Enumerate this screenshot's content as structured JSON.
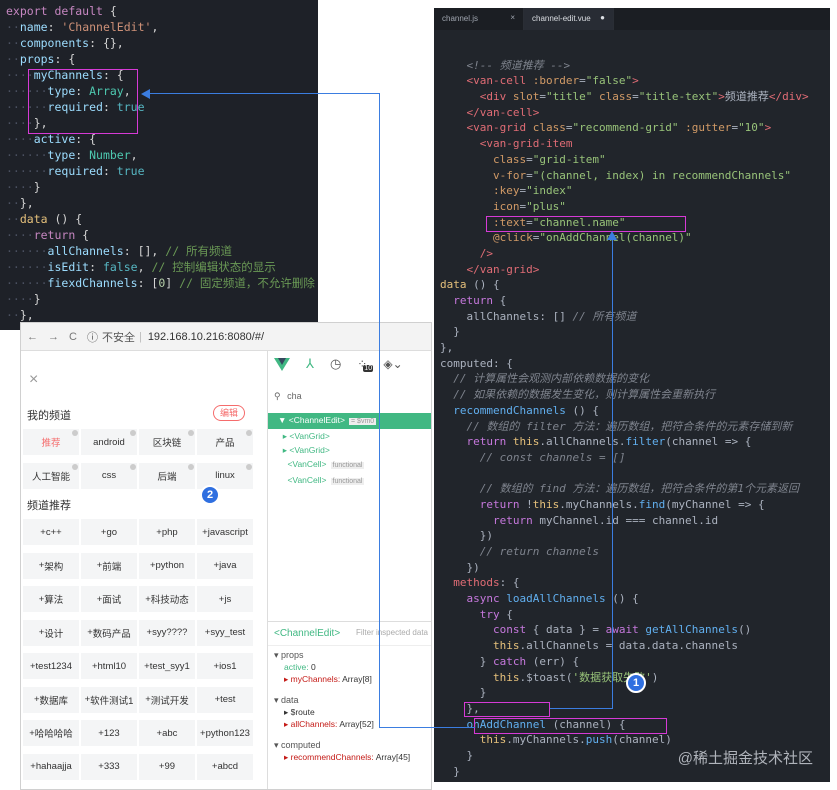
{
  "left_code": [
    [
      [
        "kw",
        "export"
      ],
      [
        "",
        " "
      ],
      [
        "kw",
        "default"
      ],
      [
        "",
        " {"
      ]
    ],
    [
      [
        "dot",
        "··"
      ],
      [
        "pr",
        "name"
      ],
      [
        "",
        ": "
      ],
      [
        "st",
        "'ChannelEdit'"
      ],
      [
        "",
        ","
      ]
    ],
    [
      [
        "dot",
        "··"
      ],
      [
        "pr",
        "components"
      ],
      [
        "",
        ": {},"
      ]
    ],
    [
      [
        "dot",
        "··"
      ],
      [
        "pr",
        "props"
      ],
      [
        "",
        ": {"
      ]
    ],
    [
      [
        "dot",
        "····"
      ],
      [
        "pr",
        "myChannels"
      ],
      [
        "",
        ": {"
      ]
    ],
    [
      [
        "dot",
        "······"
      ],
      [
        "pr",
        "type"
      ],
      [
        "",
        ": "
      ],
      [
        "ty",
        "Array"
      ],
      [
        "",
        ","
      ]
    ],
    [
      [
        "dot",
        "······"
      ],
      [
        "pr",
        "required"
      ],
      [
        "",
        ": "
      ],
      [
        "bl",
        "true"
      ]
    ],
    [
      [
        "dot",
        "····"
      ],
      [
        "",
        "},"
      ]
    ],
    [
      [
        "dot",
        "····"
      ],
      [
        "pr",
        "active"
      ],
      [
        "",
        ": {"
      ]
    ],
    [
      [
        "dot",
        "······"
      ],
      [
        "pr",
        "type"
      ],
      [
        "",
        ": "
      ],
      [
        "ty",
        "Number"
      ],
      [
        "",
        ","
      ]
    ],
    [
      [
        "dot",
        "······"
      ],
      [
        "pr",
        "required"
      ],
      [
        "",
        ": "
      ],
      [
        "bl",
        "true"
      ]
    ],
    [
      [
        "dot",
        "····"
      ],
      [
        "",
        "}"
      ]
    ],
    [
      [
        "dot",
        "··"
      ],
      [
        "",
        "},"
      ]
    ],
    [
      [
        "dot",
        "··"
      ],
      [
        "yl",
        "data"
      ],
      [
        "",
        " () {"
      ]
    ],
    [
      [
        "dot",
        "····"
      ],
      [
        "kw",
        "return"
      ],
      [
        "",
        " {"
      ]
    ],
    [
      [
        "dot",
        "······"
      ],
      [
        "pr",
        "allChannels"
      ],
      [
        "",
        ": [], "
      ],
      [
        "cm",
        "// 所有频道"
      ]
    ],
    [
      [
        "dot",
        "······"
      ],
      [
        "pr",
        "isEdit"
      ],
      [
        "",
        ": "
      ],
      [
        "bl",
        "false"
      ],
      [
        "",
        ", "
      ],
      [
        "cm",
        "// 控制编辑状态的显示"
      ]
    ],
    [
      [
        "dot",
        "······"
      ],
      [
        "pr",
        "fiexdChannels"
      ],
      [
        "",
        ": ["
      ],
      [
        "nu",
        "0"
      ],
      [
        "",
        "] "
      ],
      [
        "cm",
        "// 固定频道，不允许删除"
      ]
    ],
    [
      [
        "dot",
        "····"
      ],
      [
        "",
        "}"
      ]
    ],
    [
      [
        "dot",
        "··"
      ],
      [
        "",
        "},"
      ]
    ]
  ],
  "right_tabs": [
    {
      "label": "channel.js",
      "close": "×"
    },
    {
      "label": "channel-edit.vue",
      "close": "●"
    }
  ],
  "right_code": [
    [
      [
        "",
        ""
      ]
    ],
    [
      [
        "",
        "    "
      ],
      [
        "cmt",
        "<!-- 频道推荐 -->"
      ]
    ],
    [
      [
        "",
        "    "
      ],
      [
        "tg",
        "<van-cell"
      ],
      [
        "at",
        " :border"
      ],
      [
        "",
        "="
      ],
      [
        "sv",
        "\"false\""
      ],
      [
        "tg",
        ">"
      ]
    ],
    [
      [
        "",
        "      "
      ],
      [
        "tg",
        "<div"
      ],
      [
        "at",
        " slot"
      ],
      [
        "",
        "="
      ],
      [
        "sv",
        "\"title\""
      ],
      [
        "at",
        " class"
      ],
      [
        "",
        "="
      ],
      [
        "sv",
        "\"title-text\""
      ],
      [
        "tg",
        ">"
      ],
      [
        "",
        "频道推荐"
      ],
      [
        "tg",
        "</div>"
      ]
    ],
    [
      [
        "",
        "    "
      ],
      [
        "tg",
        "</van-cell>"
      ]
    ],
    [
      [
        "",
        "    "
      ],
      [
        "tg",
        "<van-grid"
      ],
      [
        "at",
        " class"
      ],
      [
        "",
        "="
      ],
      [
        "sv",
        "\"recommend-grid\""
      ],
      [
        "at",
        " :gutter"
      ],
      [
        "",
        "="
      ],
      [
        "sv",
        "\"10\""
      ],
      [
        "tg",
        ">"
      ]
    ],
    [
      [
        "",
        "      "
      ],
      [
        "tg",
        "<van-grid-item"
      ]
    ],
    [
      [
        "",
        "        "
      ],
      [
        "at",
        "class"
      ],
      [
        "",
        "="
      ],
      [
        "sv",
        "\"grid-item\""
      ]
    ],
    [
      [
        "",
        "        "
      ],
      [
        "at",
        "v-for"
      ],
      [
        "",
        "="
      ],
      [
        "sv",
        "\"(channel, index) in recommendChannels\""
      ]
    ],
    [
      [
        "",
        "        "
      ],
      [
        "at",
        ":key"
      ],
      [
        "",
        "="
      ],
      [
        "sv",
        "\"index\""
      ]
    ],
    [
      [
        "",
        "        "
      ],
      [
        "at",
        "icon"
      ],
      [
        "",
        "="
      ],
      [
        "sv",
        "\"plus\""
      ]
    ],
    [
      [
        "",
        "        "
      ],
      [
        "at",
        ":text"
      ],
      [
        "",
        "="
      ],
      [
        "sv",
        "\"channel.name\""
      ]
    ],
    [
      [
        "",
        "        "
      ],
      [
        "at",
        "@click"
      ],
      [
        "",
        "="
      ],
      [
        "sv",
        "\"onAddChannel(channel)\""
      ]
    ],
    [
      [
        "",
        "      "
      ],
      [
        "tg",
        "/>"
      ]
    ],
    [
      [
        "",
        "    "
      ],
      [
        "tg",
        "</van-grid>"
      ]
    ],
    [
      [
        "th",
        "data"
      ],
      [
        "",
        " () {"
      ]
    ],
    [
      [
        "",
        "  "
      ],
      [
        "key",
        "return"
      ],
      [
        "",
        " {"
      ]
    ],
    [
      [
        "",
        "    allChannels: [] "
      ],
      [
        "cmt",
        "// 所有频道"
      ]
    ],
    [
      [
        "",
        "  }"
      ]
    ],
    [
      [
        "",
        "},"
      ]
    ],
    [
      [
        "",
        "computed: {"
      ]
    ],
    [
      [
        "",
        "  "
      ],
      [
        "cmt",
        "// 计算属性会观测内部依赖数据的变化"
      ]
    ],
    [
      [
        "",
        "  "
      ],
      [
        "cmt",
        "// 如果依赖的数据发生变化，则计算属性会重新执行"
      ]
    ],
    [
      [
        "",
        "  "
      ],
      [
        "fn",
        "recommendChannels"
      ],
      [
        "",
        " () {"
      ]
    ],
    [
      [
        "",
        "    "
      ],
      [
        "cmt",
        "// 数组的 filter 方法：遍历数组，把符合条件的元素存储到新"
      ]
    ],
    [
      [
        "",
        "    "
      ],
      [
        "key",
        "return"
      ],
      [
        "",
        " "
      ],
      [
        "th",
        "this"
      ],
      [
        "",
        ".allChannels."
      ],
      [
        "fn",
        "filter"
      ],
      [
        "",
        "(channel => {"
      ]
    ],
    [
      [
        "",
        "      "
      ],
      [
        "cmt",
        "// const channels = []"
      ]
    ],
    [
      [
        "",
        ""
      ]
    ],
    [
      [
        "",
        "      "
      ],
      [
        "cmt",
        "// 数组的 find 方法：遍历数组，把符合条件的第1个元素返回"
      ]
    ],
    [
      [
        "",
        "      "
      ],
      [
        "key",
        "return"
      ],
      [
        "",
        " !"
      ],
      [
        "th",
        "this"
      ],
      [
        "",
        ".myChannels."
      ],
      [
        "fn",
        "find"
      ],
      [
        "",
        "(myChannel => {"
      ]
    ],
    [
      [
        "",
        "        "
      ],
      [
        "key",
        "return"
      ],
      [
        "",
        " myChannel.id === channel.id"
      ]
    ],
    [
      [
        "",
        "      })"
      ]
    ],
    [
      [
        "",
        "      "
      ],
      [
        "cmt",
        "// return channels"
      ]
    ],
    [
      [
        "",
        "    })"
      ]
    ],
    [
      [
        "",
        "  "
      ],
      [
        "tg",
        "methods"
      ],
      [
        "",
        ": {"
      ]
    ],
    [
      [
        "",
        "    "
      ],
      [
        "key",
        "async"
      ],
      [
        "",
        " "
      ],
      [
        "fn",
        "loadAllChannels"
      ],
      [
        "",
        " () {"
      ]
    ],
    [
      [
        "",
        "      "
      ],
      [
        "key",
        "try"
      ],
      [
        "",
        " {"
      ]
    ],
    [
      [
        "",
        "        "
      ],
      [
        "key",
        "const"
      ],
      [
        "",
        " { data } = "
      ],
      [
        "key",
        "await"
      ],
      [
        "",
        " "
      ],
      [
        "fn",
        "getAllChannels"
      ],
      [
        "",
        "()"
      ]
    ],
    [
      [
        "",
        "        "
      ],
      [
        "th",
        "this"
      ],
      [
        "",
        ".allChannels = data.data.channels"
      ]
    ],
    [
      [
        "",
        "      } "
      ],
      [
        "key",
        "catch"
      ],
      [
        "",
        " (err) {"
      ]
    ],
    [
      [
        "",
        "        "
      ],
      [
        "th",
        "this"
      ],
      [
        "",
        ".$toast("
      ],
      [
        "sv",
        "'数据获取失败'"
      ],
      [
        "",
        ")"
      ]
    ],
    [
      [
        "",
        "      }"
      ]
    ],
    [
      [
        "",
        "    },"
      ]
    ],
    [
      [
        "",
        "    "
      ],
      [
        "fn",
        "onAddChannel"
      ],
      [
        "",
        " (channel) {"
      ]
    ],
    [
      [
        "",
        "      "
      ],
      [
        "th",
        "this"
      ],
      [
        "",
        ".myChannels."
      ],
      [
        "fn",
        "push"
      ],
      [
        "",
        "(channel)"
      ]
    ],
    [
      [
        "",
        "    }"
      ]
    ],
    [
      [
        "",
        "  }"
      ]
    ]
  ],
  "browser": {
    "security": "不安全",
    "url": "192.168.10.216:8080/#/"
  },
  "app": {
    "close": "×",
    "my_channels_title": "我的频道",
    "edit_label": "编辑",
    "my_channels": [
      "推荐",
      "android",
      "区块链",
      "产品",
      "人工智能",
      "css",
      "后端",
      "linux"
    ],
    "recommend_title": "频道推荐",
    "recommend_channels": [
      "c++",
      "go",
      "php",
      "javascript",
      "架构",
      "前端",
      "python",
      "java",
      "算法",
      "面试",
      "科技动态",
      "js",
      "设计",
      "数码产品",
      "syy????",
      "syy_test",
      "test1234",
      "html10",
      "test_syy1",
      "ios1",
      "数据库",
      "软件测试1",
      "测试开发",
      "test",
      "哈哈哈哈",
      "123",
      "abc",
      "python123",
      "hahaajja",
      "333",
      "99",
      "abcd"
    ]
  },
  "devtools": {
    "search": "cha",
    "badge": "10",
    "tree": [
      {
        "label": "▼ <ChannelEdit>",
        "flag": "= $vm0",
        "sel": true
      },
      {
        "label": "  ▸ <VanGrid>",
        "flag": ""
      },
      {
        "label": "  ▸ <VanGrid>",
        "flag": ""
      },
      {
        "label": "    <VanCell>",
        "flag": "functional"
      },
      {
        "label": "    <VanCell>",
        "flag": "functional"
      }
    ],
    "inspected": "<ChannelEdit>",
    "filter_placeholder": "Filter inspected data",
    "props_title": "props",
    "active_key": "active:",
    "active_val": "0",
    "mychannels_key": "▸ myChannels:",
    "mychannels_val": "Array[8]",
    "data_title": "data",
    "route_key": "▸ $route",
    "allchannels_key": "▸ allChannels:",
    "allchannels_val": "Array[52]",
    "computed_title": "computed",
    "recommend_key": "▸ recommendChannels:",
    "recommend_val": "Array[45]"
  },
  "annotations": {
    "one": "1",
    "two": "2"
  },
  "watermark": "@稀土掘金技术社区"
}
